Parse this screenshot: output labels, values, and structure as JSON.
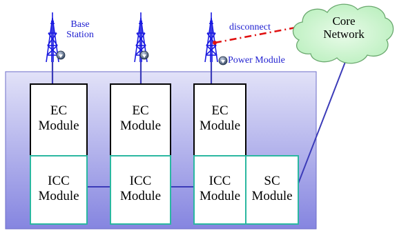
{
  "labels": {
    "base_station": [
      "Base",
      "Station"
    ],
    "disconnect": "disconnect",
    "power_module": "Power Module",
    "core_network": [
      "Core",
      "Network"
    ]
  },
  "modules": {
    "ec": [
      {
        "line1": "EC",
        "line2": "Module"
      },
      {
        "line1": "EC",
        "line2": "Module"
      },
      {
        "line1": "EC",
        "line2": "Module"
      }
    ],
    "icc": [
      {
        "line1": "ICC",
        "line2": "Module"
      },
      {
        "line1": "ICC",
        "line2": "Module"
      },
      {
        "line1": "ICC",
        "line2": "Module"
      }
    ],
    "sc": {
      "line1": "SC",
      "line2": "Module"
    }
  },
  "colors": {
    "enclosure_top": "#d9d9f6",
    "enclosure_bottom": "#8f8fe6",
    "enclosure_border": "#6e6ec8",
    "icc_border": "#2ab7a0",
    "ec_border": "#000000",
    "link": "#3b3bb8",
    "disconnect": "#e01010",
    "cloud": "#ccf5ce",
    "tower": "#1a1ae0"
  }
}
